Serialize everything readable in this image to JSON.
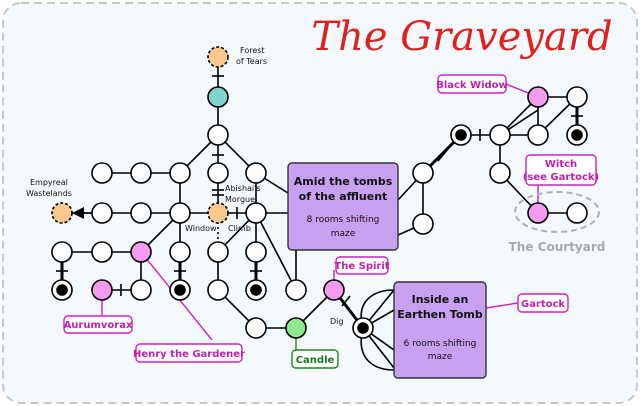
{
  "title": "The Graveyard",
  "labels": {
    "forest": [
      "Forest",
      "of Tears"
    ],
    "empyreal": [
      "Empyreal",
      "Wastelands"
    ],
    "abishai": [
      "Abishai's",
      "Morgue"
    ],
    "window": "Window",
    "climb": "Climb",
    "dig": "Dig",
    "courtyard": "The Courtyard"
  },
  "rooms": {
    "tombs_affluent": {
      "title": [
        "Amid the tombs",
        "of the affluent"
      ],
      "sub": [
        "8 rooms shifting",
        "maze"
      ]
    },
    "earthen_tomb": {
      "title": [
        "Inside an",
        "Earthen Tomb"
      ],
      "sub": [
        "6 rooms shifting",
        "maze"
      ]
    }
  },
  "npcs": {
    "black_widow": "Black Widow",
    "witch": [
      "Witch",
      "(see Gartock)"
    ],
    "the_spirit": "The Spirit",
    "gartock": "Gartock",
    "aurumvorax": "Aurumvorax",
    "henry": "Henry the Gardener",
    "candle": "Candle"
  },
  "colors": {
    "npc": "#f59cf0",
    "npc_border": "#c020b0",
    "exit_orange": "#f9c88e",
    "teal": "#7fd6cf",
    "green": "#8ee88e",
    "green_border": "#1a8a1a",
    "room_fill": "#c8a0f0",
    "title_red": "#e0201a",
    "panel_bg": "#f4f9fd"
  }
}
